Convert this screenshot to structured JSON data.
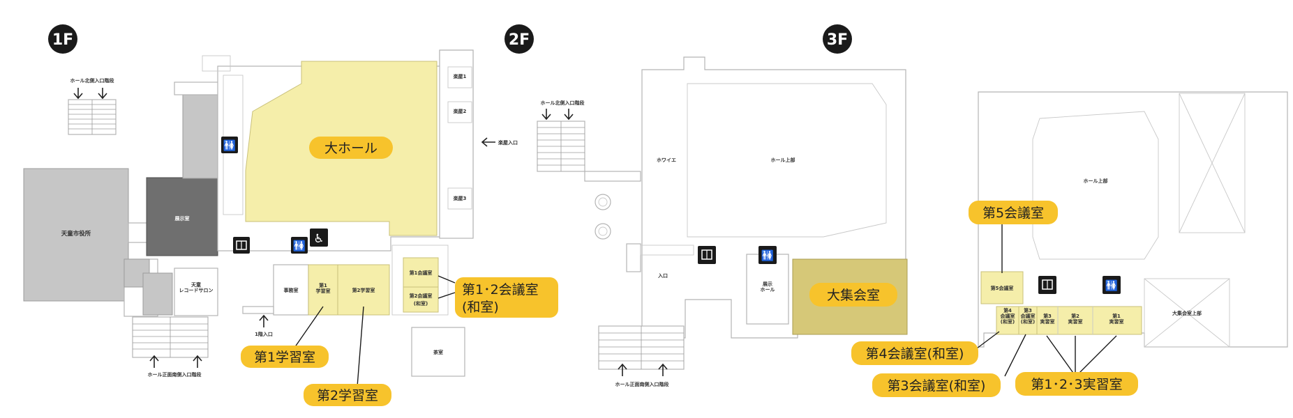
{
  "floors": [
    {
      "id": "1F",
      "label": "1F"
    },
    {
      "id": "2F",
      "label": "2F"
    },
    {
      "id": "3F",
      "label": "3F"
    }
  ],
  "floor1": {
    "map_labels": {
      "north_stairs": "ホール北側入口階段",
      "city_hall": "天童市役所",
      "exhibition_room": "展示室",
      "gakuya1": "楽屋1",
      "gakuya2": "楽屋2",
      "gakuya3": "楽屋3",
      "gakuya_entrance": "楽屋入口",
      "record_salon": "天童\nレコードサロン",
      "office": "事務室",
      "study1_small": "第1\n学習室",
      "study2_small": "第2学習室",
      "conf1_small": "第1会議室",
      "conf2_small": "第2会議室",
      "conf2_note": "(和室)",
      "entrance_1f": "1階入口",
      "south_stairs": "ホール正面南側入口階段",
      "tea_room": "茶室"
    },
    "callouts": {
      "main_hall": "大ホール",
      "conf12": "第1･2会議室",
      "conf12_note": "(和室)",
      "study1": "第1学習室",
      "study2": "第2学習室"
    }
  },
  "floor2": {
    "map_labels": {
      "north_stairs": "ホール北側入口階段",
      "foyer": "ホワイエ",
      "hall_upper": "ホール上部",
      "entrance": "入口",
      "exhibition_hall": "展示\nホール",
      "south_stairs": "ホール正面南側入口階段"
    },
    "callouts": {
      "large_assembly": "大集会室"
    }
  },
  "floor3": {
    "map_labels": {
      "hall_upper": "ホール上部",
      "conf5_small": "第5会議室",
      "conf4_small": "第4\n会議室\n(和室)",
      "conf3_small": "第3\n会議室\n(和室)",
      "prac3_small": "第3\n実習室",
      "prac2_small": "第2\n実習室",
      "prac1_small": "第1\n実習室",
      "assembly_upper": "大集会室上部"
    },
    "callouts": {
      "conf5": "第5会議室",
      "conf4": "第4会議室(和室)",
      "conf3": "第3会議室(和室)",
      "prac123": "第1･2･3実習室"
    }
  },
  "icons": {
    "restroom": "restroom-icon",
    "elevator": "elevator-icon",
    "accessible": "wheelchair-icon"
  },
  "colors": {
    "highlight": "#f5eeaa",
    "callout": "#f7c32c",
    "badge": "#1a1a1a"
  }
}
